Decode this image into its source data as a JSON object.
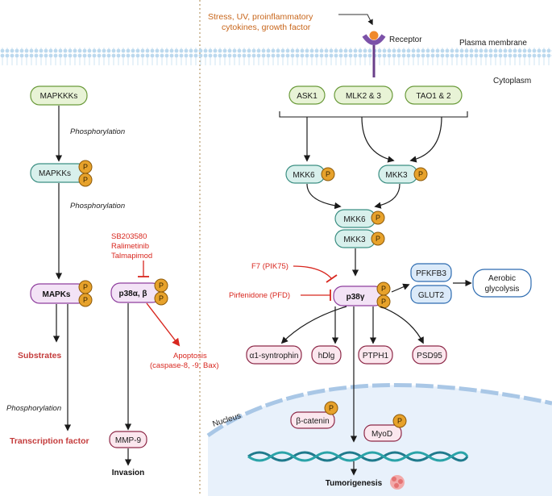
{
  "stimulus": "Stress, UV, proinflammatory cytokines, growth factor",
  "stimulus_line1": "Stress, UV, proinflammatory",
  "stimulus_line2": "cytokines, growth factor",
  "receptor": "Receptor",
  "plasma_membrane": "Plasma membrane",
  "cytoplasm": "Cytoplasm",
  "nucleus": "Nucleus",
  "left": {
    "mapkkks": "MAPKKKs",
    "mapkks": "MAPKKs",
    "mapks": "MAPKs",
    "phosphorylation": "Phosphorylation",
    "substrates": "Substrates",
    "transcription_factor": "Transcription factor",
    "p38ab": "p38α, β",
    "inhibitors": [
      "SB203580",
      "Ralimetinib",
      "Talmapimod"
    ],
    "apoptosis_line1": "Apoptosis",
    "apoptosis_line2": "(caspase-8, -9, Bax)",
    "mmp9": "MMP-9",
    "invasion": "Invasion"
  },
  "right": {
    "ask1": "ASK1",
    "mlk": "MLK2 & 3",
    "tao": "TAO1 & 2",
    "mkk6": "MKK6",
    "mkk3": "MKK3",
    "p38g": "p38γ",
    "f7": "F7 (PIK75)",
    "pfd": "Pirfenidone (PFD)",
    "pfkfb3": "PFKFB3",
    "glut2": "GLUT2",
    "aerobic_line1": "Aerobic",
    "aerobic_line2": "glycolysis",
    "targets": [
      "α1-syntrophin",
      "hDlg",
      "PTPH1",
      "PSD95"
    ],
    "beta_catenin": "β-catenin",
    "myod": "MyoD",
    "tumorigenesis": "Tumorigenesis"
  },
  "p_label": "P"
}
